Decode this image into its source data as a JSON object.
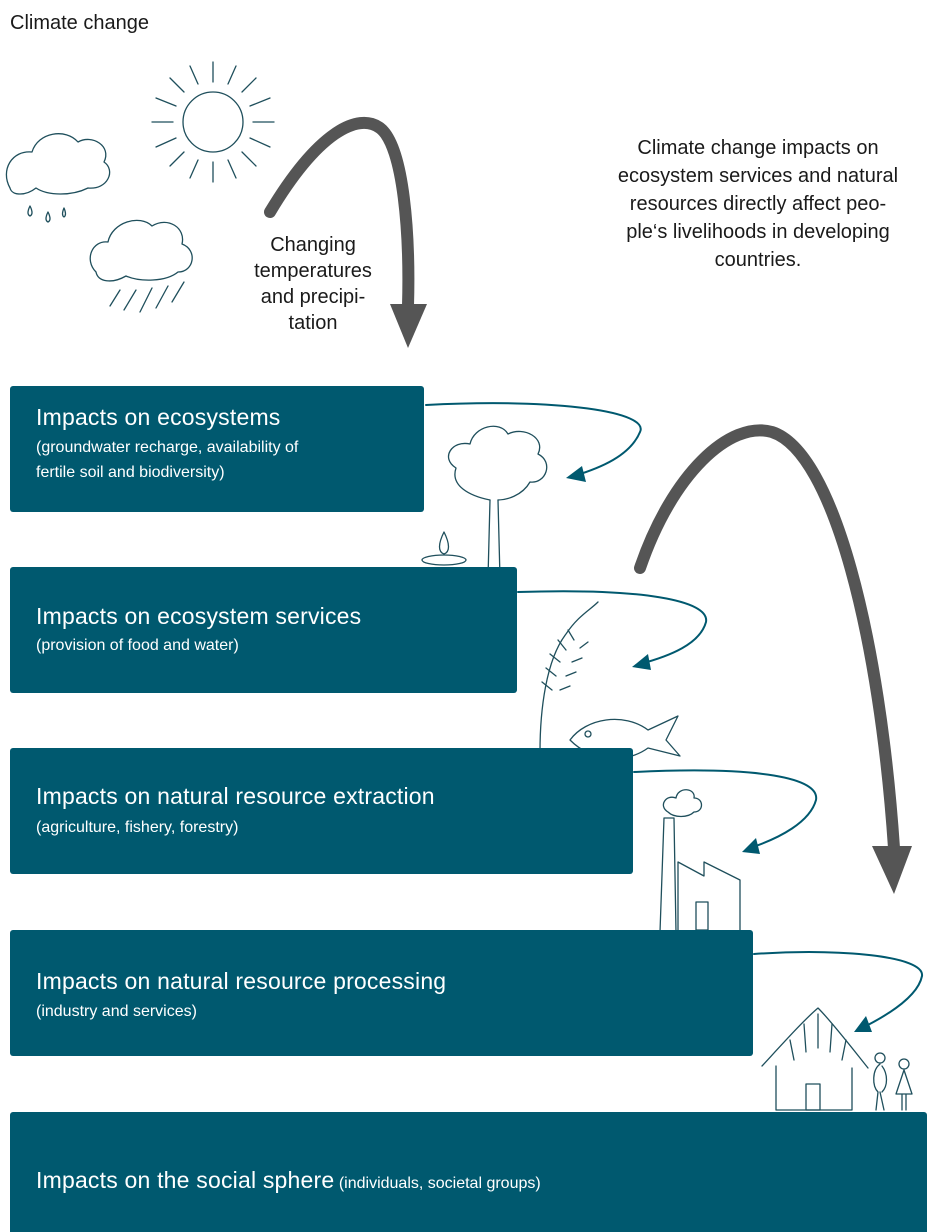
{
  "heading": "Climate change",
  "arrow_label": [
    "Changing",
    "temperatures",
    "and precipi-",
    "tation"
  ],
  "note": [
    "Climate change impacts on",
    "ecosystem services and natural",
    "resources directly affect peo-",
    "ple‘s livelihoods in developing",
    "countries."
  ],
  "levels": [
    {
      "title": "Impacts on ecosystems",
      "detail": [
        "(groundwater recharge, availability of",
        "fertile soil and biodiversity)"
      ]
    },
    {
      "title": "Impacts on ecosystem services",
      "detail": [
        "(provision of food and water)"
      ]
    },
    {
      "title": "Impacts on natural resource extraction",
      "detail": [
        "(agriculture, fishery, forestry)"
      ]
    },
    {
      "title": "Impacts on natural resource processing",
      "detail": [
        "(industry and services)"
      ]
    },
    {
      "title": "Impacts on the social sphere",
      "detail": [
        "(individuals, societal groups)"
      ]
    }
  ],
  "colors": {
    "box": "#00596f",
    "big_arrow": "#555555",
    "text": "#1a1a1a"
  },
  "icons": [
    "sun-icon",
    "rain-cloud-icon",
    "storm-cloud-icon",
    "tree-icon",
    "water-drop-icon",
    "wheat-icon",
    "fish-icon",
    "factory-icon",
    "hut-icon",
    "people-icon"
  ]
}
